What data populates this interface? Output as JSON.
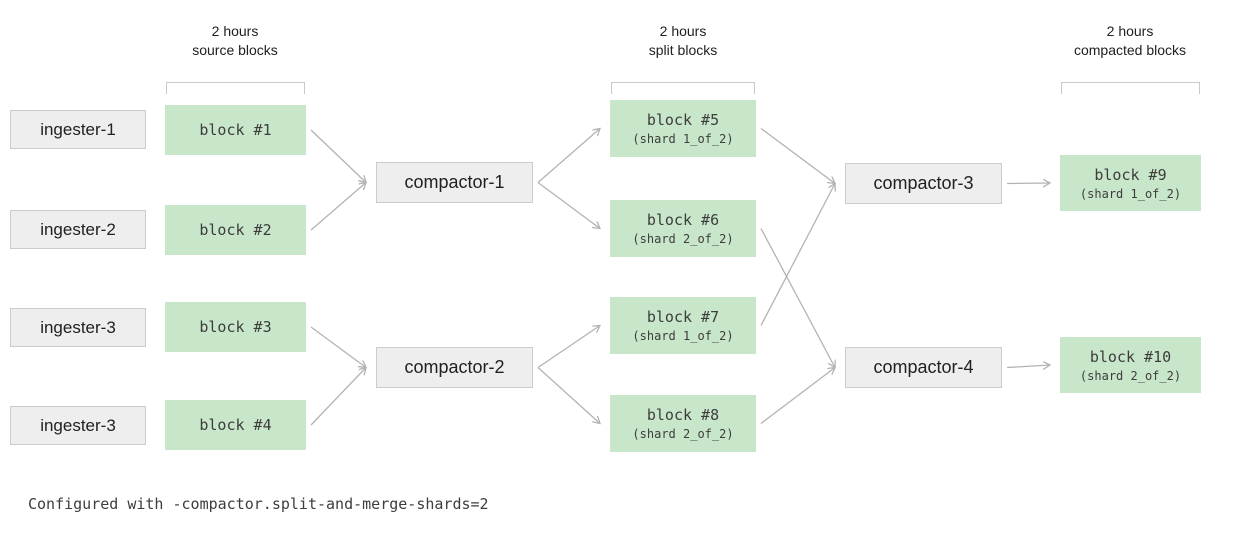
{
  "headers": {
    "source": {
      "line1": "2 hours",
      "line2": "source blocks"
    },
    "split": {
      "line1": "2 hours",
      "line2": "split blocks"
    },
    "compacted": {
      "line1": "2 hours",
      "line2": "compacted blocks"
    }
  },
  "ingesters": [
    {
      "label": "ingester-1"
    },
    {
      "label": "ingester-2"
    },
    {
      "label": "ingester-3"
    },
    {
      "label": "ingester-3"
    }
  ],
  "source_blocks": [
    {
      "label": "block #1"
    },
    {
      "label": "block #2"
    },
    {
      "label": "block #3"
    },
    {
      "label": "block #4"
    }
  ],
  "compactors": [
    {
      "label": "compactor-1"
    },
    {
      "label": "compactor-2"
    },
    {
      "label": "compactor-3"
    },
    {
      "label": "compactor-4"
    }
  ],
  "split_blocks": [
    {
      "label": "block #5",
      "shard": "(shard 1_of_2)"
    },
    {
      "label": "block #6",
      "shard": "(shard 2_of_2)"
    },
    {
      "label": "block #7",
      "shard": "(shard 1_of_2)"
    },
    {
      "label": "block #8",
      "shard": "(shard 2_of_2)"
    }
  ],
  "compacted_blocks": [
    {
      "label": "block #9",
      "shard": "(shard 1_of_2)"
    },
    {
      "label": "block #10",
      "shard": "(shard 2_of_2)"
    }
  ],
  "caption": "Configured with -compactor.split-and-merge-shards=2",
  "edges": [
    {
      "from": "block-1",
      "to": "compactor-1"
    },
    {
      "from": "block-2",
      "to": "compactor-1"
    },
    {
      "from": "block-3",
      "to": "compactor-2"
    },
    {
      "from": "block-4",
      "to": "compactor-2"
    },
    {
      "from": "compactor-1",
      "to": "block-5"
    },
    {
      "from": "compactor-1",
      "to": "block-6"
    },
    {
      "from": "compactor-2",
      "to": "block-7"
    },
    {
      "from": "compactor-2",
      "to": "block-8"
    },
    {
      "from": "block-5",
      "to": "compactor-3"
    },
    {
      "from": "block-6",
      "to": "compactor-4"
    },
    {
      "from": "block-7",
      "to": "compactor-3"
    },
    {
      "from": "block-8",
      "to": "compactor-4"
    },
    {
      "from": "compactor-3",
      "to": "block-9"
    },
    {
      "from": "compactor-4",
      "to": "block-10"
    }
  ],
  "colors": {
    "gray_bg": "#eeeeee",
    "gray_border": "#cccccc",
    "green_bg": "#c8e6c9",
    "arrow": "#b3b3b3",
    "bracket": "#c9c9c9",
    "text": "#212121",
    "mono_text": "#3d3d3d"
  }
}
